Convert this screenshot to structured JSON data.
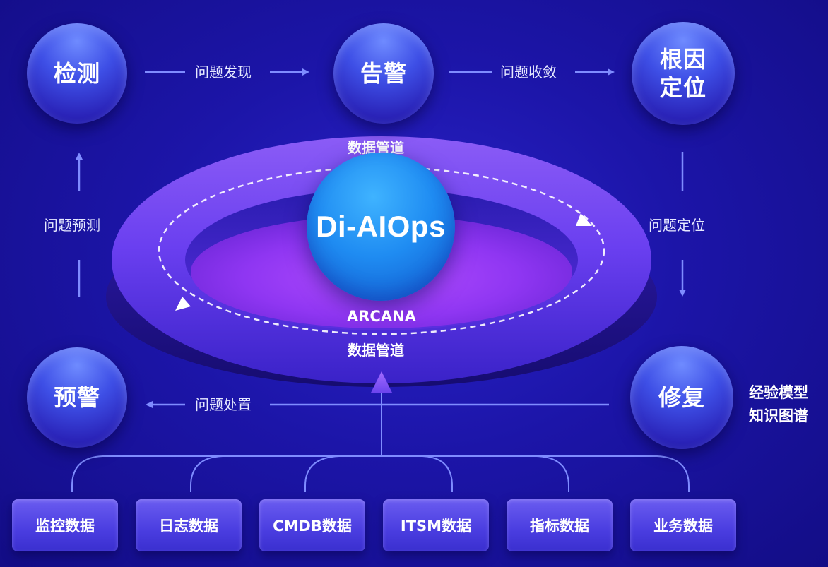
{
  "nodes": {
    "detect": "检测",
    "alert": "告警",
    "root_cause_line1": "根因",
    "root_cause_line2": "定位",
    "early_warning": "预警",
    "repair": "修复"
  },
  "flows": {
    "problem_discovery": "问题发现",
    "problem_convergence": "问题收敛",
    "problem_location": "问题定位",
    "problem_handling": "问题处置",
    "problem_prediction": "问题预测"
  },
  "core": {
    "title": "Di-AIOps",
    "subtitle": "ARCANA",
    "pipeline_top": "数据管道",
    "pipeline_bottom": "数据管道"
  },
  "knowledge": {
    "line1": "经验模型",
    "line2": "知识图谱"
  },
  "sources": [
    "监控数据",
    "日志数据",
    "CMDB数据",
    "ITSM数据",
    "指标数据",
    "业务数据"
  ]
}
